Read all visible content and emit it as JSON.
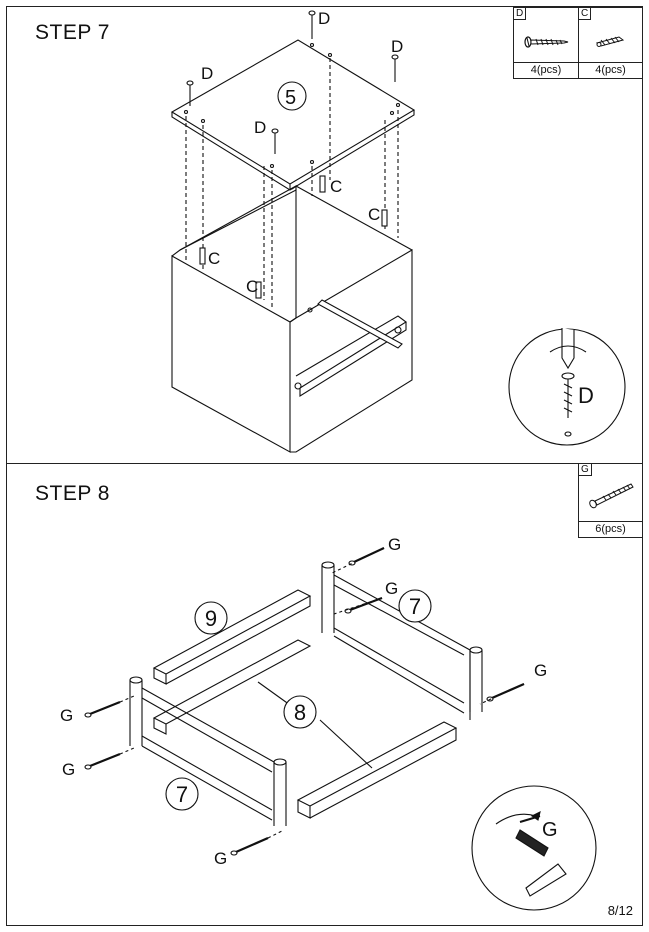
{
  "step7": {
    "title": "STEP 7",
    "parts": [
      {
        "code": "D",
        "qty": "4(pcs)",
        "icon": "screw-icon"
      },
      {
        "code": "C",
        "qty": "4(pcs)",
        "icon": "dowel-icon"
      }
    ],
    "callouts": {
      "panel_number": "5",
      "screw_label": "D",
      "dowel_label": "C",
      "detail_label": "D"
    }
  },
  "step8": {
    "title": "STEP 8",
    "parts": [
      {
        "code": "G",
        "qty": "6(pcs)",
        "icon": "bolt-icon"
      }
    ],
    "callouts": {
      "rail_top_number": "9",
      "side_frame_number": "7",
      "center_rail_number": "8",
      "bolt_label": "G",
      "detail_label": "G"
    }
  },
  "page_number": "8/12"
}
